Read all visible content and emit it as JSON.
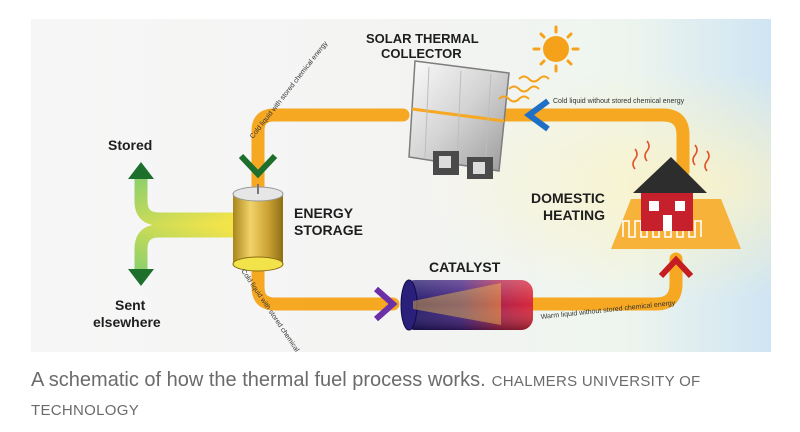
{
  "diagram": {
    "labels": {
      "collector_line1": "SOLAR THERMAL",
      "collector_line2": "COLLECTOR",
      "storage_line1": "ENERGY",
      "storage_line2": "STORAGE",
      "heating_line1": "DOMESTIC",
      "heating_line2": "HEATING",
      "catalyst": "CATALYST",
      "stored": "Stored",
      "sent_line1": "Sent",
      "sent_line2": "elsewhere"
    },
    "flows": {
      "top_left": "Cold liquid with stored chemical energy",
      "top_right": "Cold liquid without stored chemical energy",
      "bottom_left": "Cold liquid with stored chemical energy",
      "bottom_right": "Warm liquid without stored chemical energy"
    },
    "colors": {
      "pipe": "#f7a823",
      "arrow_green": "#1e6f2c",
      "arrow_blue": "#1f6fc6",
      "arrow_purple": "#6b2fa6",
      "arrow_red": "#c41d22",
      "branch_green": "#9ed25c",
      "sun": "#f5a21a",
      "heater_pad": "#f7b23a"
    }
  },
  "caption": {
    "text": "A schematic of how the thermal fuel process works.",
    "credit": "CHALMERS UNIVERSITY OF TECHNOLOGY"
  }
}
